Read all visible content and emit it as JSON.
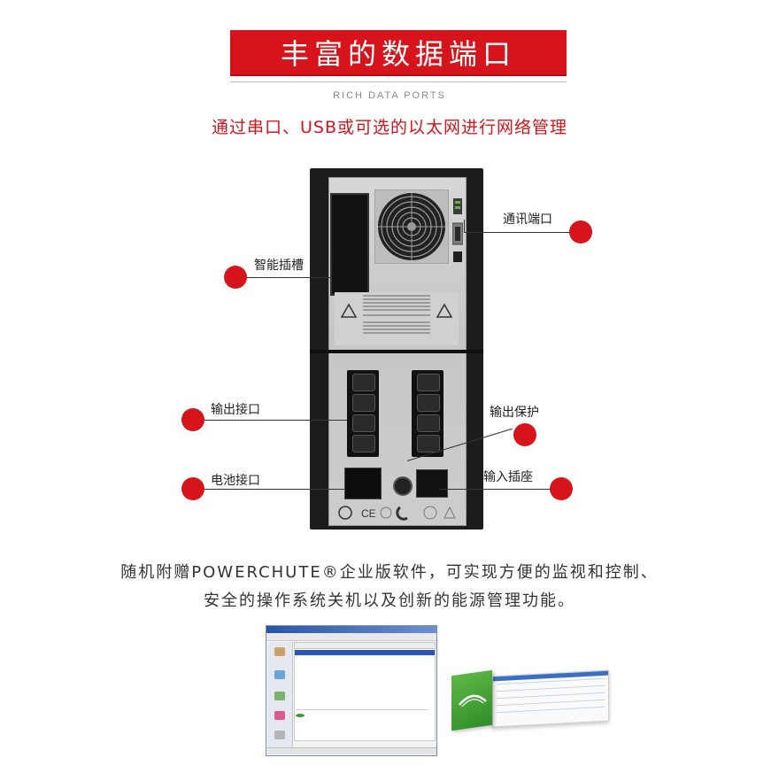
{
  "header": {
    "title": "丰富的数据端口",
    "subtitle_en": "RICH DATA PORTS",
    "subtitle_cn": "通过串口、USB或可选的以太网进行网络管理"
  },
  "callouts": {
    "comm_port": "通讯端口",
    "smart_slot": "智能插槽",
    "output_ports": "输出接口",
    "output_protection": "输出保护",
    "battery_port": "电池接口",
    "input_socket": "输入插座"
  },
  "description": {
    "line1": "随机附赠POWERCHUTE®企业版软件，可实现方便的监视和控制、",
    "line2": "安全的操作系统关机以及创新的能源管理功能。"
  },
  "colors": {
    "accent": "#d7141b",
    "software_box": "#4aa83a"
  }
}
